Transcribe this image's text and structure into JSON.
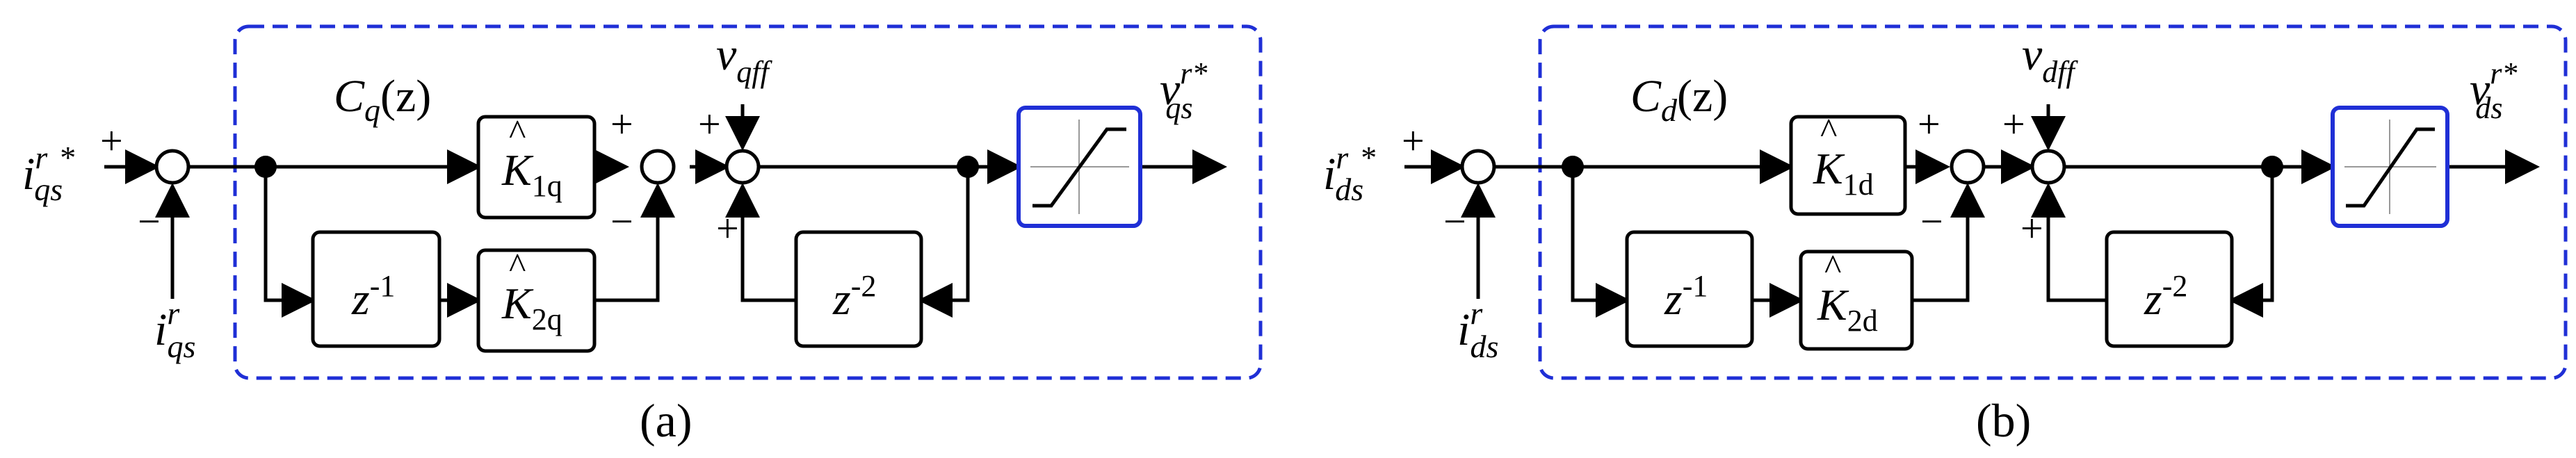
{
  "panels": [
    {
      "caption": "(a)",
      "controller_label": {
        "main": "C",
        "sub": "q",
        "arg": "(z)"
      },
      "ref_input": {
        "main": "i",
        "sup": "r",
        "sup_star": "*",
        "sub": "qs"
      },
      "fb_input": {
        "main": "i",
        "sup": "r",
        "sub": "qs"
      },
      "feedforward": {
        "main": "v",
        "sub": "qff"
      },
      "output": {
        "main": "v",
        "sup": "r*",
        "sub": "qs"
      },
      "gain1": {
        "main": "K",
        "hat": "^",
        "sub": "1q"
      },
      "gain2": {
        "main": "K",
        "hat": "^",
        "sub": "2q"
      },
      "delay1": {
        "main": "z",
        "sup": "-1"
      },
      "delay2": {
        "main": "z",
        "sup": "-2"
      },
      "signs": {
        "ref_plus": "+",
        "fb_minus": "−",
        "s2_plus": "+",
        "s2_minus": "−",
        "s3_left_plus": "+",
        "s3_bottom_plus": "+"
      }
    },
    {
      "caption": "(b)",
      "controller_label": {
        "main": "C",
        "sub": "d",
        "arg": "(z)"
      },
      "ref_input": {
        "main": "i",
        "sup": "r",
        "sup_star": "*",
        "sub": "ds"
      },
      "fb_input": {
        "main": "i",
        "sup": "r",
        "sub": "ds"
      },
      "feedforward": {
        "main": "v",
        "sub": "dff"
      },
      "output": {
        "main": "v",
        "sup": "r*",
        "sub": "ds"
      },
      "gain1": {
        "main": "K",
        "hat": "^",
        "sub": "1d"
      },
      "gain2": {
        "main": "K",
        "hat": "^",
        "sub": "2d"
      },
      "delay1": {
        "main": "z",
        "sup": "-1"
      },
      "delay2": {
        "main": "z",
        "sup": "-2"
      },
      "signs": {
        "ref_plus": "+",
        "fb_minus": "−",
        "s2_plus": "+",
        "s2_minus": "−",
        "s3_left_plus": "+",
        "s3_bottom_plus": "+"
      }
    }
  ],
  "colors": {
    "frame": "#1f2fd6",
    "saturation_box": "#1f2fd6",
    "lines": "#000000"
  }
}
